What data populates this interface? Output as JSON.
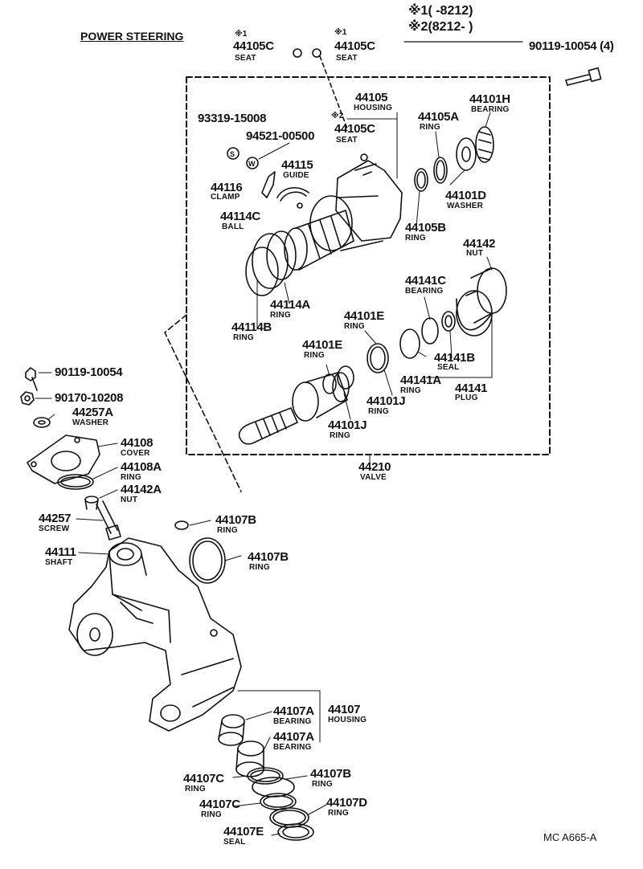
{
  "title": "POWER STEERING",
  "notes": {
    "line1": "※1(      -8212)",
    "line2": "※2(8212-        )"
  },
  "footer": "MC A665-A",
  "parts": {
    "p44105c_l": {
      "num": "44105C",
      "desc": "SEAT",
      "mark": "※1"
    },
    "p44105c_r": {
      "num": "44105C",
      "desc": "SEAT",
      "mark": "※1"
    },
    "p44105c_m": {
      "num": "44105C",
      "desc": "SEAT",
      "mark": "※2"
    },
    "p90119_top": {
      "num": "90119-10054 (4)"
    },
    "p44105": {
      "num": "44105",
      "desc": "HOUSING"
    },
    "p44101h": {
      "num": "44101H",
      "desc": "BEARING"
    },
    "p93319": {
      "num": "93319-15008"
    },
    "p94521": {
      "num": "94521-00500"
    },
    "p44105a": {
      "num": "44105A",
      "desc": "RING"
    },
    "p44115": {
      "num": "44115",
      "desc": "GUIDE"
    },
    "p44116": {
      "num": "44116",
      "desc": "CLAMP"
    },
    "p44101d": {
      "num": "44101D",
      "desc": "WASHER"
    },
    "p44114c": {
      "num": "44114C",
      "desc": "BALL"
    },
    "p44105b": {
      "num": "44105B",
      "desc": "RING"
    },
    "p44142": {
      "num": "44142",
      "desc": "NUT"
    },
    "p44141c": {
      "num": "44141C",
      "desc": "BEARING"
    },
    "p44114a": {
      "num": "44114A",
      "desc": "RING"
    },
    "p44101e_a": {
      "num": "44101E",
      "desc": "RING"
    },
    "p44114b": {
      "num": "44114B",
      "desc": "RING"
    },
    "p44101e_b": {
      "num": "44101E",
      "desc": "RING"
    },
    "p44141b": {
      "num": "44141B",
      "desc": "SEAL"
    },
    "p44141a": {
      "num": "44141A",
      "desc": "RING"
    },
    "p44141": {
      "num": "44141",
      "desc": "PLUG"
    },
    "p44101j_a": {
      "num": "44101J",
      "desc": "RING"
    },
    "p44101j_b": {
      "num": "44101J",
      "desc": "RING"
    },
    "p90119_side": {
      "num": "90119-10054"
    },
    "p90170": {
      "num": "90170-10208"
    },
    "p44257a": {
      "num": "44257A",
      "desc": "WASHER"
    },
    "p44108": {
      "num": "44108",
      "desc": "COVER"
    },
    "p44108a": {
      "num": "44108A",
      "desc": "RING"
    },
    "p44142a": {
      "num": "44142A",
      "desc": "NUT"
    },
    "p44210": {
      "num": "44210",
      "desc": "VALVE"
    },
    "p44257": {
      "num": "44257",
      "desc": "SCREW"
    },
    "p44107b_top": {
      "num": "44107B",
      "desc": "RING"
    },
    "p44111": {
      "num": "44111",
      "desc": "SHAFT"
    },
    "p44107b_mid": {
      "num": "44107B",
      "desc": "RING"
    },
    "p44107a_a": {
      "num": "44107A",
      "desc": "BEARING"
    },
    "p44107": {
      "num": "44107",
      "desc": "HOUSING"
    },
    "p44107a_b": {
      "num": "44107A",
      "desc": "BEARING"
    },
    "p44107c_a": {
      "num": "44107C",
      "desc": "RING"
    },
    "p44107b_low": {
      "num": "44107B",
      "desc": "RING"
    },
    "p44107c_b": {
      "num": "44107C",
      "desc": "RING"
    },
    "p44107d": {
      "num": "44107D",
      "desc": "RING"
    },
    "p44107e": {
      "num": "44107E",
      "desc": "SEAL"
    }
  }
}
